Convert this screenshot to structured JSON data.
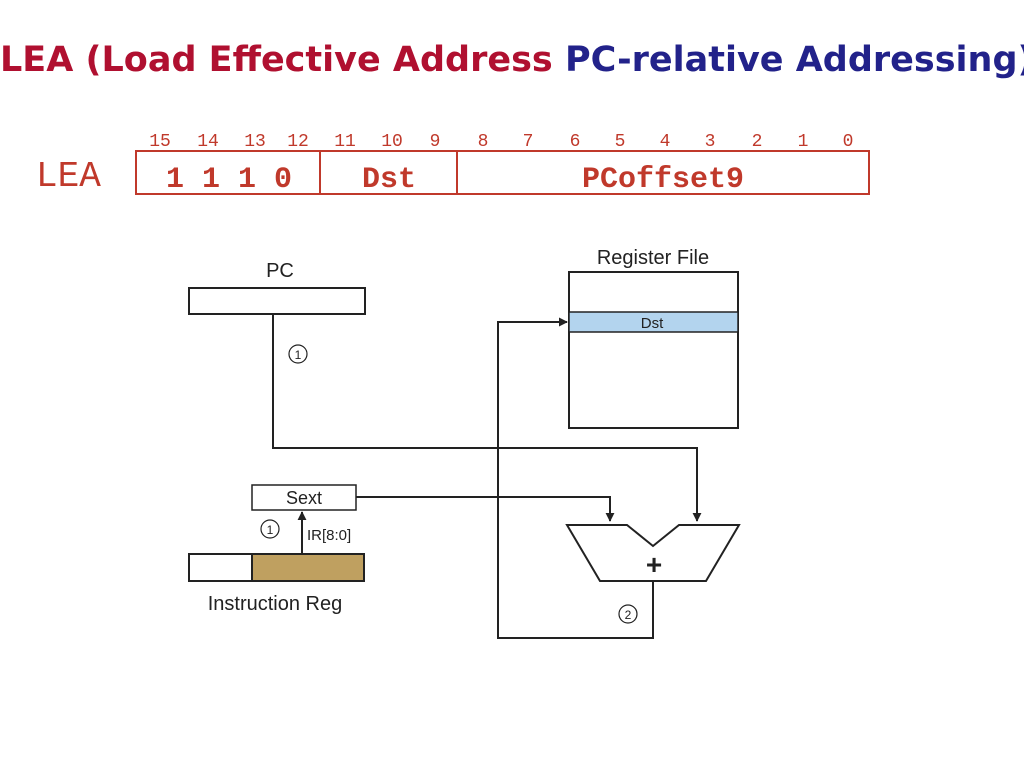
{
  "title": {
    "part1": "LEA (Load Effective Address",
    "part2": "PC-relative Addressing)",
    "color1": "#b01030",
    "color2": "#22228a"
  },
  "encoding": {
    "opcode_name": "LEA",
    "bit_numbers": [
      "15",
      "14",
      "13",
      "12",
      "11",
      "10",
      "9",
      "8",
      "7",
      "6",
      "5",
      "4",
      "3",
      "2",
      "1",
      "0"
    ],
    "fields": [
      {
        "label": "1 1 1 0"
      },
      {
        "label": "Dst"
      },
      {
        "label": "PCoffset9"
      }
    ],
    "color": "#c0392b"
  },
  "datapath": {
    "pc_label": "PC",
    "register_file_label": "Register File",
    "dst_label": "Dst",
    "sext_label": "Sext",
    "ir_bits_label": "IR[8:0]",
    "instruction_reg_label": "Instruction Reg",
    "adder_symbol": "+",
    "steps": [
      "1",
      "1",
      "2"
    ],
    "colors": {
      "dst_row": "#b3d4ee",
      "ir_offset": "#bfa060"
    }
  }
}
